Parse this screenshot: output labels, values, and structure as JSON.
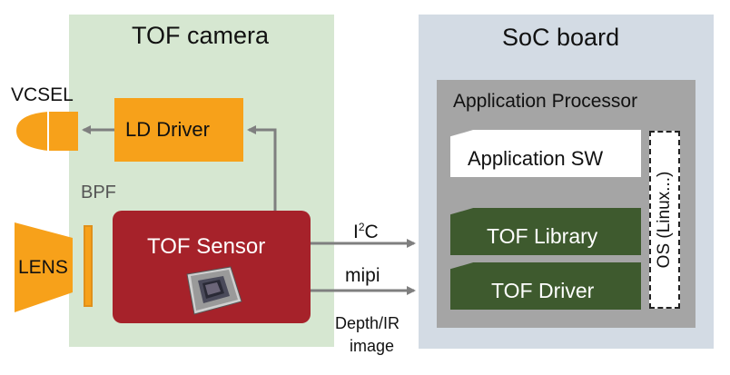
{
  "camera": {
    "title": "TOF camera"
  },
  "soc": {
    "title": "SoC board"
  },
  "processor": {
    "title": "Application Processor"
  },
  "vcsel": {
    "label": "VCSEL"
  },
  "ld_driver": {
    "label": "LD Driver"
  },
  "bpf": {
    "label": "BPF"
  },
  "lens": {
    "label": "LENS"
  },
  "sensor": {
    "label": "TOF Sensor"
  },
  "i2c": {
    "base": "I",
    "sup": "2",
    "rest": "C"
  },
  "mipi": {
    "label": "mipi"
  },
  "depth": {
    "line1": "Depth/IR",
    "line2": "image"
  },
  "app_sw": {
    "label": "Application SW"
  },
  "tof_library": {
    "label": "TOF Library"
  },
  "tof_driver": {
    "label": "TOF Driver"
  },
  "os": {
    "label": "OS (Linux...)"
  },
  "colors": {
    "camera_bg": "#d6e7d1",
    "soc_bg": "#d3dbe4",
    "processor_bg": "#a5a5a5",
    "orange": "#f7a11a",
    "sensor_red": "#a6222a",
    "dark_green": "#3e5a2e",
    "arrow_gray": "#7f7f7f"
  }
}
